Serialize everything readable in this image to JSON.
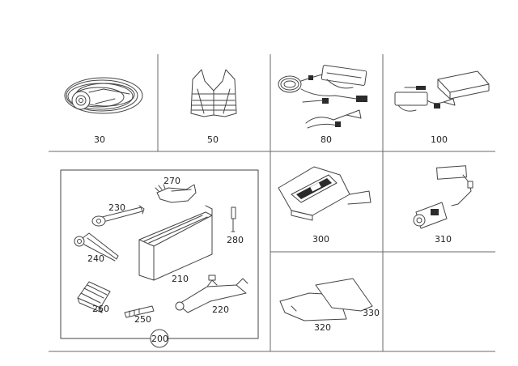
{
  "parts": [
    {
      "id": "p30",
      "name": "cable-coil",
      "number": "30"
    },
    {
      "id": "p50",
      "name": "safety-vest",
      "number": "50"
    },
    {
      "id": "p80",
      "name": "charging-cable-set",
      "number": "80"
    },
    {
      "id": "p100",
      "name": "charger-case",
      "number": "100"
    },
    {
      "id": "p200",
      "name": "tool-kit",
      "number": "200"
    },
    {
      "id": "p210",
      "name": "tool-box",
      "number": "210"
    },
    {
      "id": "p220",
      "name": "car-jack",
      "number": "220"
    },
    {
      "id": "p230",
      "name": "spanner",
      "number": "230"
    },
    {
      "id": "p240",
      "name": "wheel-wrench",
      "number": "240"
    },
    {
      "id": "p250",
      "name": "towing-eye",
      "number": "250"
    },
    {
      "id": "p260",
      "name": "wheel-chock",
      "number": "260"
    },
    {
      "id": "p270",
      "name": "gloves",
      "number": "270"
    },
    {
      "id": "p280",
      "name": "screwdriver",
      "number": "280"
    },
    {
      "id": "p300",
      "name": "wallbox-charger",
      "number": "300"
    },
    {
      "id": "p310",
      "name": "compressor-kit",
      "number": "310"
    },
    {
      "id": "p320",
      "name": "floor-mat-front",
      "number": "320"
    },
    {
      "id": "p330",
      "name": "floor-mat-rear",
      "number": "330"
    }
  ]
}
